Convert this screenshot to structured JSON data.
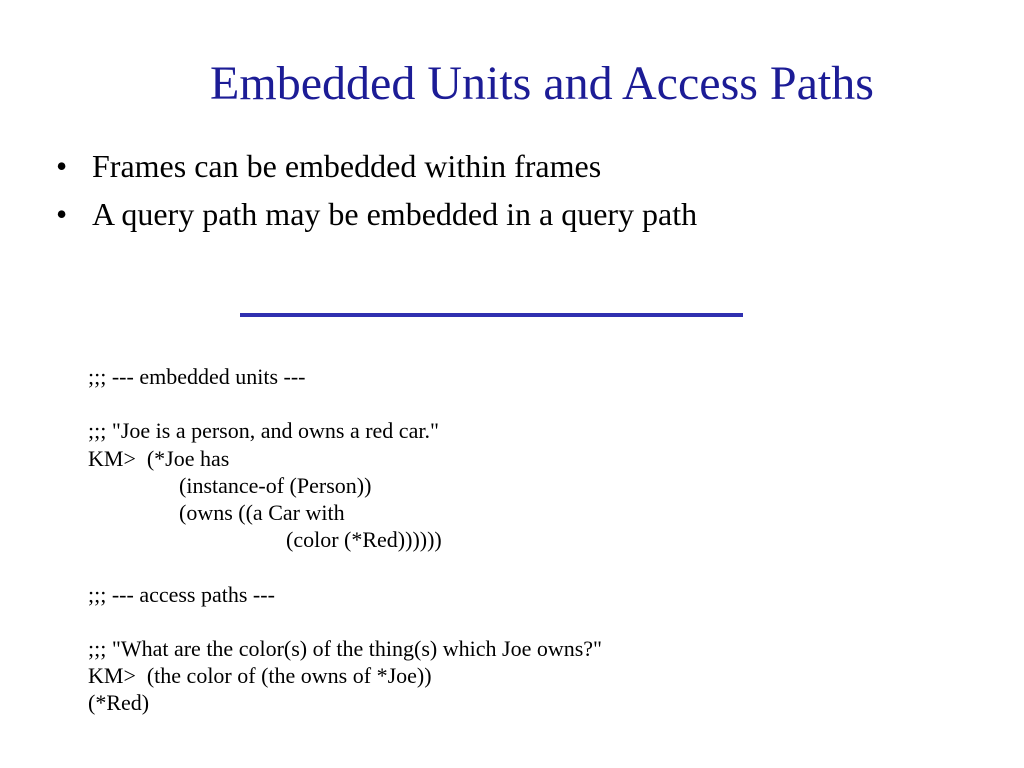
{
  "slide": {
    "title": "Embedded Units and Access Paths",
    "bullets": [
      "Frames can be embedded within frames",
      "A query path may be embedded in a query path"
    ],
    "bullet_symbol": "•",
    "code_lines": [
      ";;; --- embedded units ---",
      "",
      ";;; \"Joe is a person, and owns a red car.\"",
      "KM>  (*Joe has",
      "(instance-of (Person))",
      "(owns ((a Car with",
      "(color (*Red))))))",
      "",
      ";;; --- access paths ---",
      "",
      ";;; \"What are the color(s) of the thing(s) which Joe owns?\"",
      "KM>  (the color of (the owns of *Joe))",
      "(*Red)"
    ]
  },
  "colors": {
    "title": "#1c1c96",
    "divider": "#3030b0",
    "text": "#000000",
    "background": "#ffffff"
  }
}
